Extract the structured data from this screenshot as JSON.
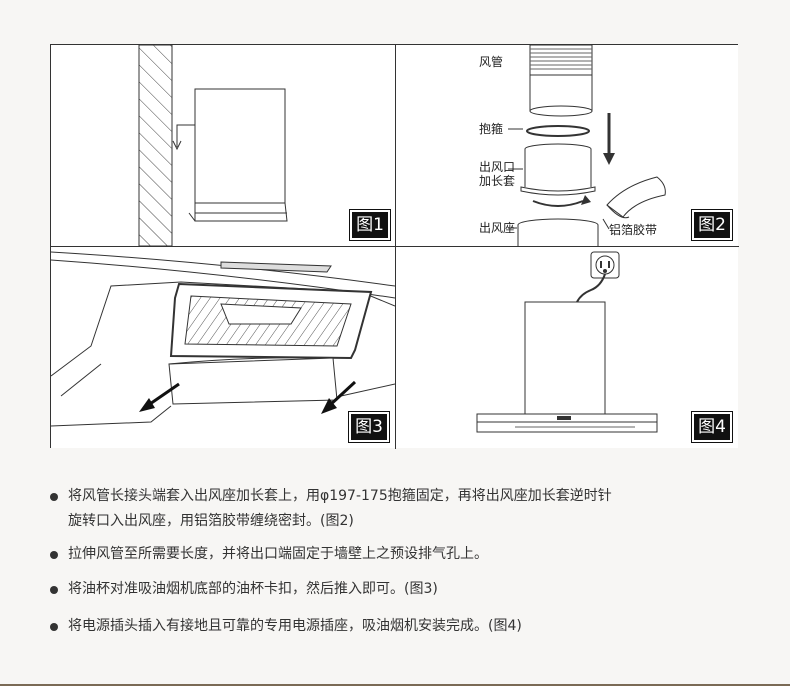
{
  "figures": {
    "fig1": {
      "badge": "图1"
    },
    "fig2": {
      "badge": "图2",
      "labels": {
        "duct": "风管",
        "clamp": "抱箍",
        "outlet_ext_line1": "出风口",
        "outlet_ext_line2": "加长套",
        "outlet_base": "出风座",
        "foil_tape": "铝箔胶带"
      }
    },
    "fig3": {
      "badge": "图3"
    },
    "fig4": {
      "badge": "图4"
    }
  },
  "instructions": [
    {
      "line1": "将风管长接头端套入出风座加长套上，用φ197-175抱箍固定，再将出风座加长套逆时针",
      "line2": "旋转口入出风座，用铝箔胶带缠绕密封。(图2)"
    },
    {
      "line1": "拉伸风管至所需要长度，并将出口端固定于墙壁上之预设排气孔上。"
    },
    {
      "line1": "将油杯对准吸油烟机底部的油杯卡扣，然后推入即可。(图3)"
    },
    {
      "line1": "将电源插头插入有接地且可靠的专用电源插座，吸油烟机安装完成。(图4)"
    }
  ]
}
